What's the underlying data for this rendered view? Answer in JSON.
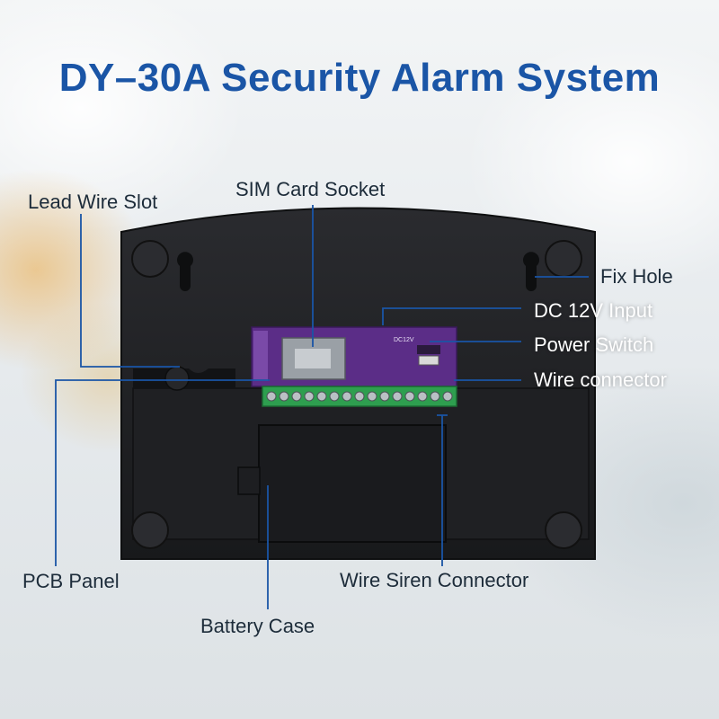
{
  "title": "DY–30A Security Alarm System",
  "labels": {
    "lead_wire_slot": "Lead Wire Slot",
    "sim_card_socket": "SIM Card Socket",
    "fix_hole": "Fix Hole",
    "dc_input": "DC 12V Input",
    "power_switch": "Power Switch",
    "wire_connector": "Wire connector",
    "pcb_panel": "PCB Panel",
    "wire_siren_connector": "Wire Siren Connector",
    "battery_case": "Battery Case"
  },
  "board_text": {
    "dc_marking": "DC12V"
  },
  "colors": {
    "title": "#1a55a6",
    "callout_line": "#1a55a6",
    "device_body": "#1e1f22",
    "pcb": "#5b2d87",
    "terminal_block": "#2e9e4f"
  }
}
